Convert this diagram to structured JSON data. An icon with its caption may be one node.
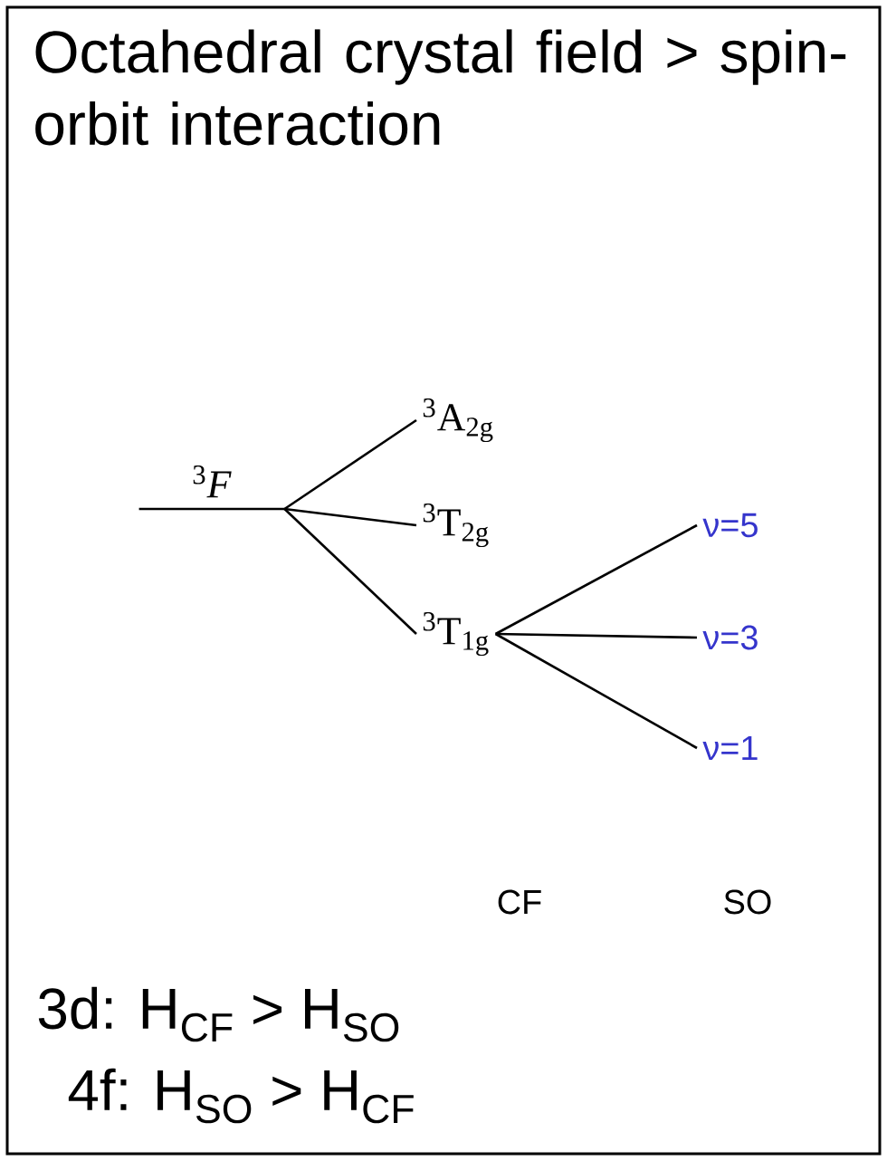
{
  "diagram": {
    "title": "Octahedral crystal field > spin-orbit interaction",
    "nodes": [
      {
        "text": [
          "$^{3}$*F*"
        ]
      },
      {
        "text": [
          "$^{3}$A$_{2g}$"
        ]
      },
      {
        "text": [
          "$^{3}$T$_{2g}$"
        ]
      },
      {
        "text": [
          "$^{3}$T$_{1g}$"
        ]
      },
      {
        "text": [
          "ν=5"
        ]
      },
      {
        "text": [
          "ν=3"
        ]
      },
      {
        "text": [
          "ν=1"
        ]
      }
    ],
    "edges": [
      {
        "from": 0,
        "to": 1,
        "arrow": "none"
      },
      {
        "from": 0,
        "to": 2,
        "arrow": "none"
      },
      {
        "from": 0,
        "to": 3,
        "arrow": "none"
      },
      {
        "from": 3,
        "to": 4,
        "arrow": "none"
      },
      {
        "from": 3,
        "to": 5,
        "arrow": "none"
      },
      {
        "from": 3,
        "to": 6,
        "arrow": "none"
      }
    ],
    "labels": [
      "CF",
      "SO",
      "3d: H$_{CF}$ > H$_{SO}$",
      "4f: H$_{SO}$ > H$_{CF}$"
    ]
  }
}
